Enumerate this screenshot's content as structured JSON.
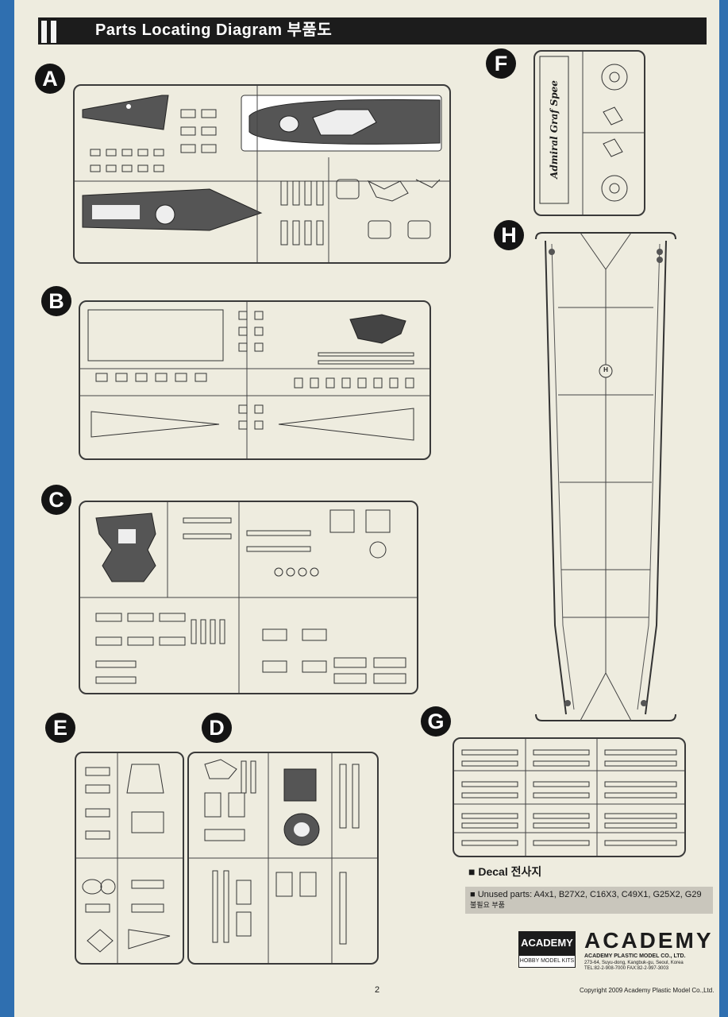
{
  "header": {
    "title": "Parts Locating Diagram 부품도"
  },
  "sprues": [
    {
      "id": "A"
    },
    {
      "id": "B"
    },
    {
      "id": "C"
    },
    {
      "id": "D"
    },
    {
      "id": "E"
    },
    {
      "id": "F"
    },
    {
      "id": "G"
    },
    {
      "id": "H"
    }
  ],
  "sprue_F": {
    "nameplate_text": "Admiral Graf Spee"
  },
  "sprue_H": {
    "center_label": "H"
  },
  "decal": {
    "label": "■ Decal 전사지"
  },
  "unused_parts": {
    "line1": "■ Unused parts: A4x1, B27X2, C16X3, C49X1, G25X2, G29",
    "line2": "불필요 부품"
  },
  "logo": {
    "badge_top": "ACADEMY",
    "badge_bottom": "HOBBY MODEL KITS",
    "brand": "ACADEMY",
    "company": "ACADEMY PLASTIC MODEL CO., LTD.",
    "address": "273-64, Suyu-dong, Kangbuk-gu, Seoul, Korea",
    "phone": "TEL:82-2-908-7000  FAX:82-2-997-3003"
  },
  "footer": {
    "page_number": "2",
    "copyright": "Copyright 2009 Academy Plastic Model Co.,Ltd."
  }
}
